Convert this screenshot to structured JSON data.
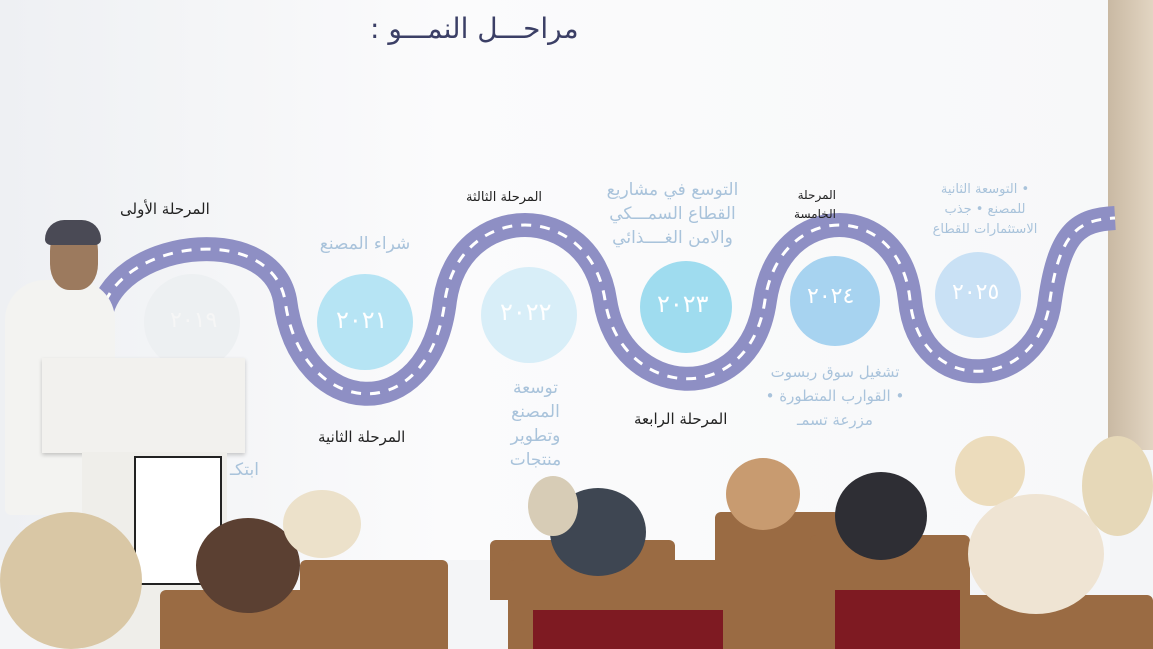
{
  "slide": {
    "title": "مراحـــل النمـــو :",
    "stages": [
      {
        "label": "المرحلة الأولى",
        "year": "٢٠١٩",
        "desc": "ابتكـ"
      },
      {
        "label": "المرحلة الثانية",
        "year": "٢٠٢١",
        "desc": "شراء المصنع"
      },
      {
        "label": "المرحلة الثالثة",
        "year": "٢٠٢٢",
        "desc": "توسعة المصنع وتطوير منتجات"
      },
      {
        "label": "المرحلة الرابعة",
        "year": "٢٠٢٣",
        "desc": "التوسع في مشاريع القطاع السمـــكي والامن الغــــذائي"
      },
      {
        "label": "المرحلة الخامسة",
        "year": "٢٠٢٤",
        "desc": "تشغيل سوق ربسوت • القوارب المتطورة • مزرعة تسمـ"
      },
      {
        "label": "",
        "year": "٢٠٢٥",
        "desc": "• التوسعة الثانية للمصنع • جذب الاستثمارات للقطاع"
      }
    ],
    "road_color": "#8e8fc4",
    "circle_color": "#a9dcf0"
  }
}
